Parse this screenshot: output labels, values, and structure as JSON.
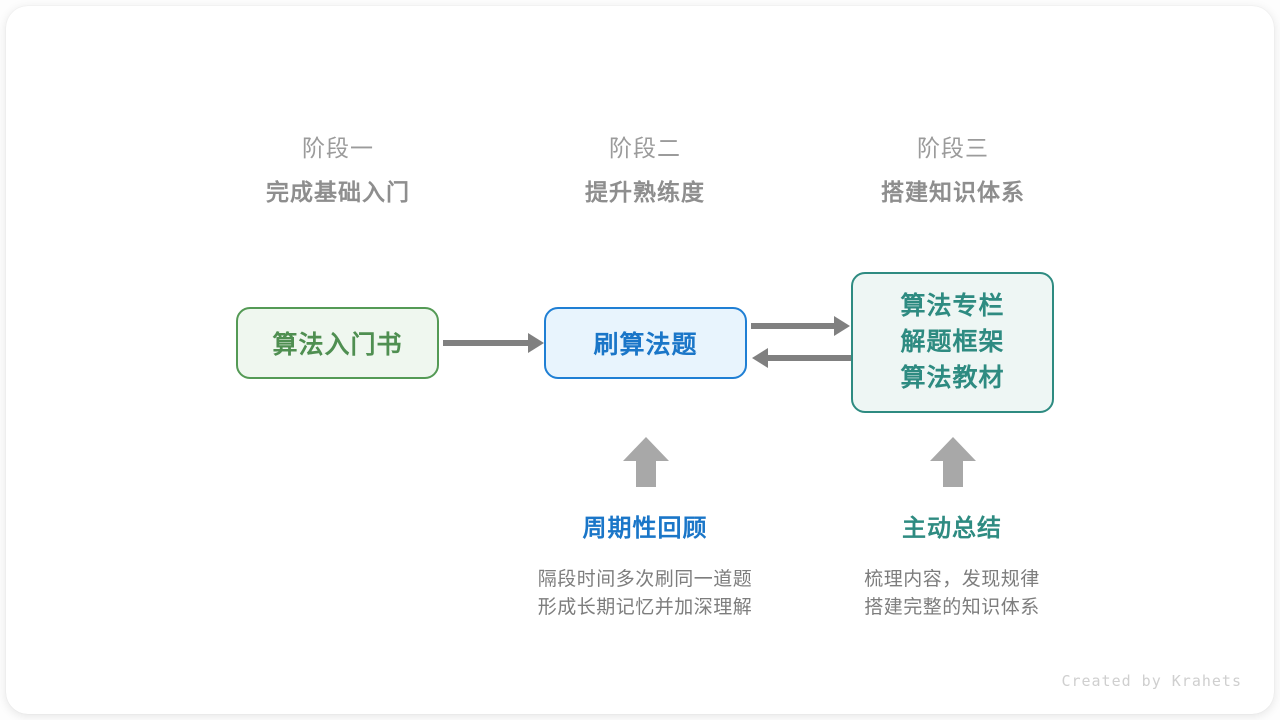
{
  "stages": [
    {
      "id": "stage-1",
      "top": "阶段一",
      "bottom": "完成基础入门"
    },
    {
      "id": "stage-2",
      "top": "阶段二",
      "bottom": "提升熟练度"
    },
    {
      "id": "stage-3",
      "top": "阶段三",
      "bottom": "搭建知识体系"
    }
  ],
  "nodes": {
    "book": {
      "label": "算法入门书",
      "color": "#4f8f51",
      "border": "#549a55",
      "fill": "#eff7ef"
    },
    "practice": {
      "label": "刷算法题",
      "color": "#1a76c8",
      "border": "#1f7fd4",
      "fill": "#e8f4fd"
    },
    "resources": {
      "lines": [
        "算法专栏",
        "解题框架",
        "算法教材"
      ],
      "color": "#2e8b81",
      "border": "#2e8b81",
      "fill": "#eef6f4"
    }
  },
  "annotations": [
    {
      "id": "annot-review",
      "title": "周期性回顾",
      "desc_line1": "隔段时间多次刷同一道题",
      "desc_line2": "形成长期记忆并加深理解",
      "color": "#1a76c8"
    },
    {
      "id": "annot-summary",
      "title": "主动总结",
      "desc_line1": "梳理内容，发现规律",
      "desc_line2": "搭建完整的知识体系",
      "color": "#2e8b81"
    }
  ],
  "arrow_color": "#808080",
  "up_arrow_color": "#a8a8a8",
  "footer": {
    "credit": "Created by Krahets"
  }
}
